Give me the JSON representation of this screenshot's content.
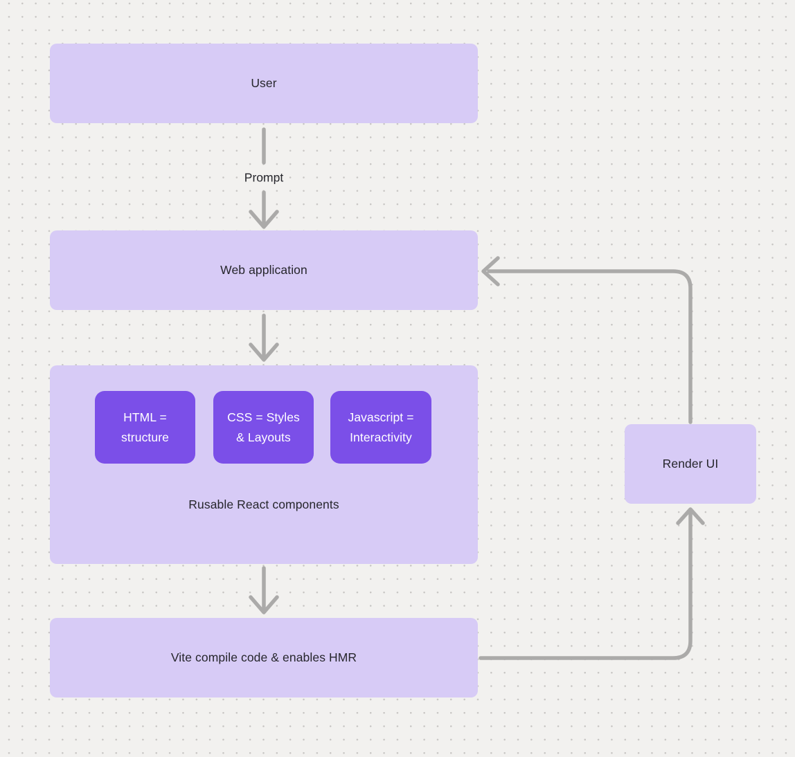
{
  "diagram": {
    "nodes": {
      "user": {
        "label": "User"
      },
      "web_application": {
        "label": "Web application"
      },
      "components_group": {
        "caption": "Rusable React components",
        "children": [
          {
            "label": "HTML = structure"
          },
          {
            "label": "CSS = Styles & Layouts"
          },
          {
            "label": "Javascript = Interactivity"
          }
        ]
      },
      "vite": {
        "label": "Vite compile code & enables HMR"
      },
      "render_ui": {
        "label": "Render UI"
      }
    },
    "edges": {
      "user_to_webapp_label": "Prompt"
    },
    "colors": {
      "background": "#f2f1ef",
      "dot_grid": "#c7c5c3",
      "node_fill": "#d7cbf6",
      "inner_node_fill": "#7b4fe8",
      "inner_node_text": "#ffffff",
      "node_text": "#26262c",
      "connector": "#abaaa9"
    }
  }
}
